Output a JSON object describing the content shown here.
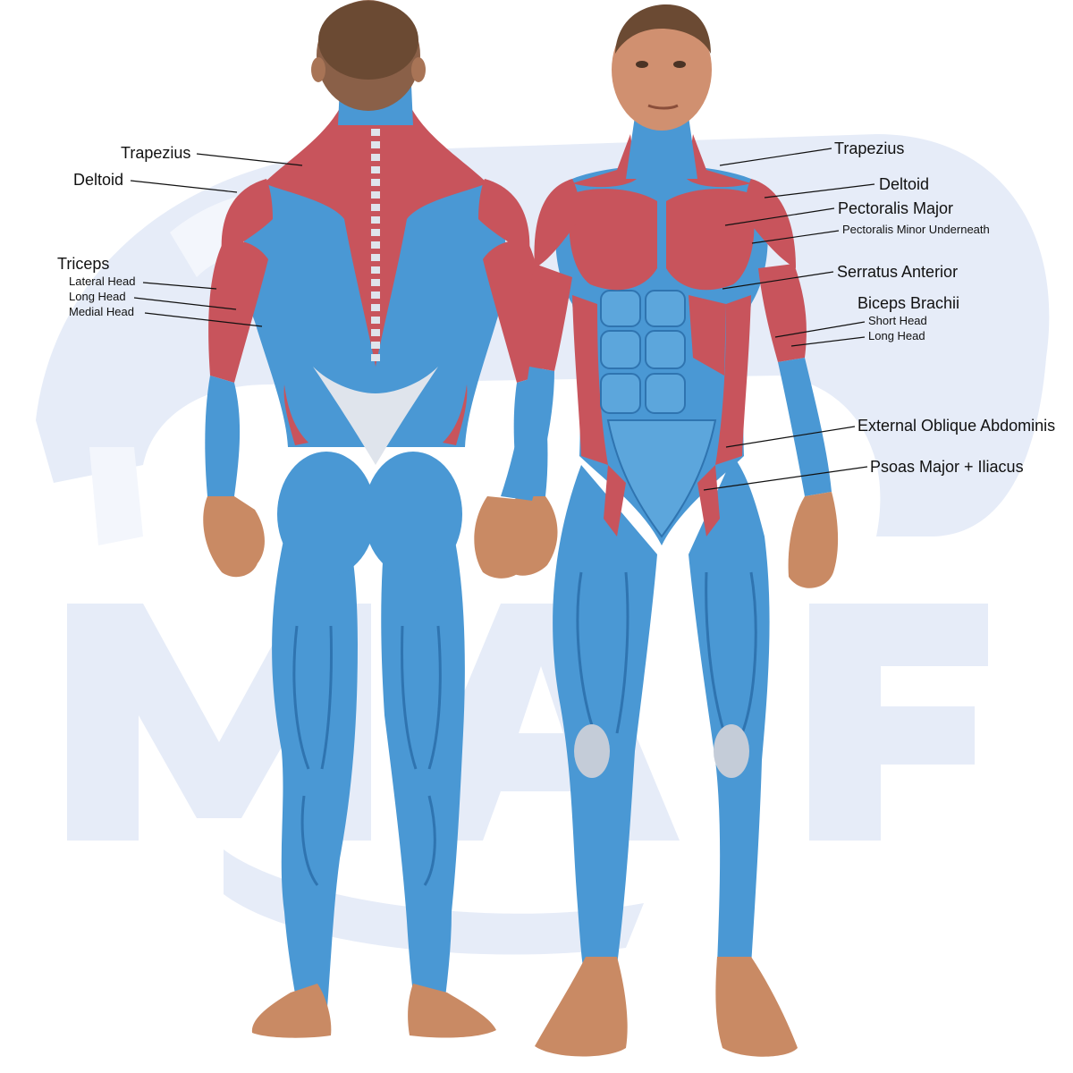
{
  "watermark": {
    "brand": "MAF",
    "color": "#e6ecf8"
  },
  "colors": {
    "muscle_blue": "#4a98d4",
    "muscle_blue_dark": "#2f74b0",
    "muscle_red": "#c8545c",
    "muscle_red_dark": "#a83e48",
    "tendon": "#dfe4ec",
    "skin": "#c98a64",
    "hair": "#6b4a33",
    "leader_line": "#111111"
  },
  "figures": [
    {
      "view": "posterior",
      "highlight": [
        "trapezius",
        "deltoid",
        "triceps",
        "latissimus-edge"
      ]
    },
    {
      "view": "anterior",
      "highlight": [
        "trapezius",
        "deltoid",
        "pectoralis-major",
        "serratus-anterior",
        "biceps-brachii",
        "external-oblique",
        "psoas-iliacus"
      ]
    }
  ],
  "labels": {
    "back": {
      "trapezius": "Trapezius",
      "deltoid": "Deltoid",
      "triceps": "Triceps",
      "triceps_lateral": "Lateral Head",
      "triceps_long": "Long Head",
      "triceps_medial": "Medial Head"
    },
    "front": {
      "trapezius": "Trapezius",
      "deltoid": "Deltoid",
      "pec_major": "Pectoralis Major",
      "pec_minor": "Pectoralis Minor Underneath",
      "serratus": "Serratus Anterior",
      "biceps": "Biceps Brachii",
      "biceps_short": "Short Head",
      "biceps_long": "Long Head",
      "oblique": "External Oblique Abdominis",
      "psoas": "Psoas Major + Iliacus"
    }
  }
}
